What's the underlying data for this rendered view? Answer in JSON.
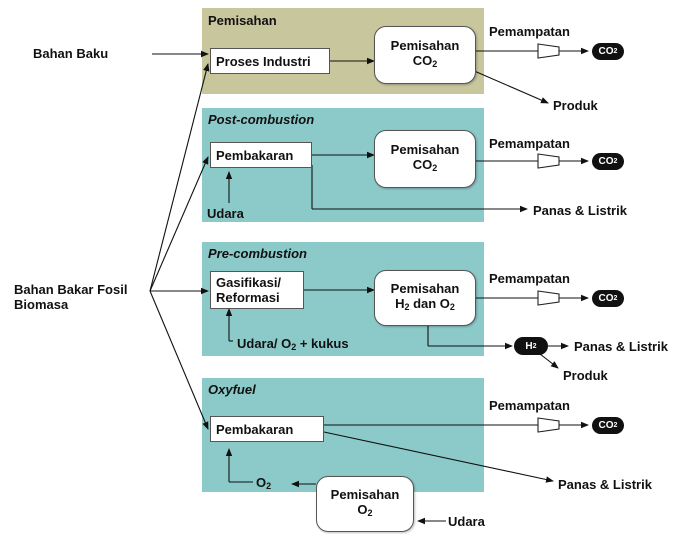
{
  "colors": {
    "panel_pemisahan": "#c8c69c",
    "panel_teal": "#8ccac9",
    "product_pill": "#111111"
  },
  "inputs": {
    "bahan_baku": "Bahan Baku",
    "bahan_bakar_line1": "Bahan Bakar Fosil",
    "bahan_bakar_line2": "Biomasa"
  },
  "pemisahan": {
    "title": "Pemisahan",
    "process": "Proses Industri",
    "sep_line1": "Pemisahan",
    "sep_line2": "CO",
    "sep_sub": "2",
    "compress": "Pemampatan",
    "product": "Produk"
  },
  "post": {
    "title": "Post-combustion",
    "process": "Pembakaran",
    "air": "Udara",
    "sep_line1": "Pemisahan",
    "sep_line2": "CO",
    "sep_sub": "2",
    "compress": "Pemampatan",
    "heat": "Panas & Listrik"
  },
  "pre": {
    "title": "Pre-combustion",
    "process_line1": "Gasifikasi/",
    "process_line2": "Reformasi",
    "input_a": "Udara/ O",
    "input_a_sub": "2",
    "input_b": " + kukus",
    "sep_line1": "Pemisahan",
    "sep_h": "H",
    "sep_h_sub": "2",
    "sep_mid": " dan O",
    "sep_o_sub": "2",
    "compress": "Pemampatan",
    "heat": "Panas & Listrik",
    "product": "Produk"
  },
  "oxy": {
    "title": "Oxyfuel",
    "process": "Pembakaran",
    "oxygen": "O",
    "oxygen_sub": "2",
    "compress": "Pemampatan",
    "heat": "Panas & Listrik",
    "sep_line1": "Pemisahan",
    "sep_line2": "O",
    "sep_sub": "2",
    "air": "Udara"
  },
  "pills": {
    "co2": "CO",
    "co2_sub": "2",
    "h2": "H",
    "h2_sub": "2"
  }
}
